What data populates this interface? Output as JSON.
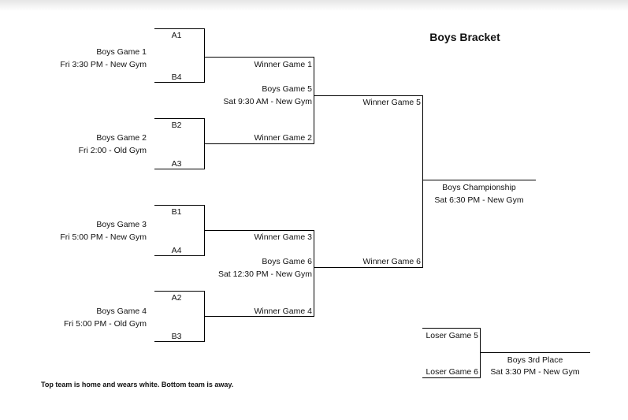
{
  "title": "Boys Bracket",
  "note": "Top team is home and wears white. Bottom team is away.",
  "round1": [
    {
      "top": "A1",
      "bottom": "B4",
      "name": "Boys Game 1",
      "time": "Fri 3:30 PM - New Gym",
      "winner": "Winner Game 1"
    },
    {
      "top": "B2",
      "bottom": "A3",
      "name": "Boys Game 2",
      "time": "Fri 2:00 - Old Gym",
      "winner": "Winner Game 2"
    },
    {
      "top": "B1",
      "bottom": "A4",
      "name": "Boys Game 3",
      "time": "Fri 5:00 PM - New Gym",
      "winner": "Winner Game 3"
    },
    {
      "top": "A2",
      "bottom": "B3",
      "name": "Boys Game 4",
      "time": "Fri 5:00 PM - Old Gym",
      "winner": "Winner Game 4"
    }
  ],
  "round2": [
    {
      "name": "Boys Game 5",
      "time": "Sat 9:30 AM - New Gym",
      "winner": "Winner Game 5"
    },
    {
      "name": "Boys Game 6",
      "time": "Sat 12:30 PM - New Gym",
      "winner": "Winner Game 6"
    }
  ],
  "championship": {
    "name": "Boys Championship",
    "time": "Sat 6:30 PM - New Gym"
  },
  "third_place": {
    "top": "Loser Game 5",
    "bottom": "Loser Game 6",
    "name": "Boys 3rd Place",
    "time": "Sat 3:30 PM - New Gym"
  }
}
